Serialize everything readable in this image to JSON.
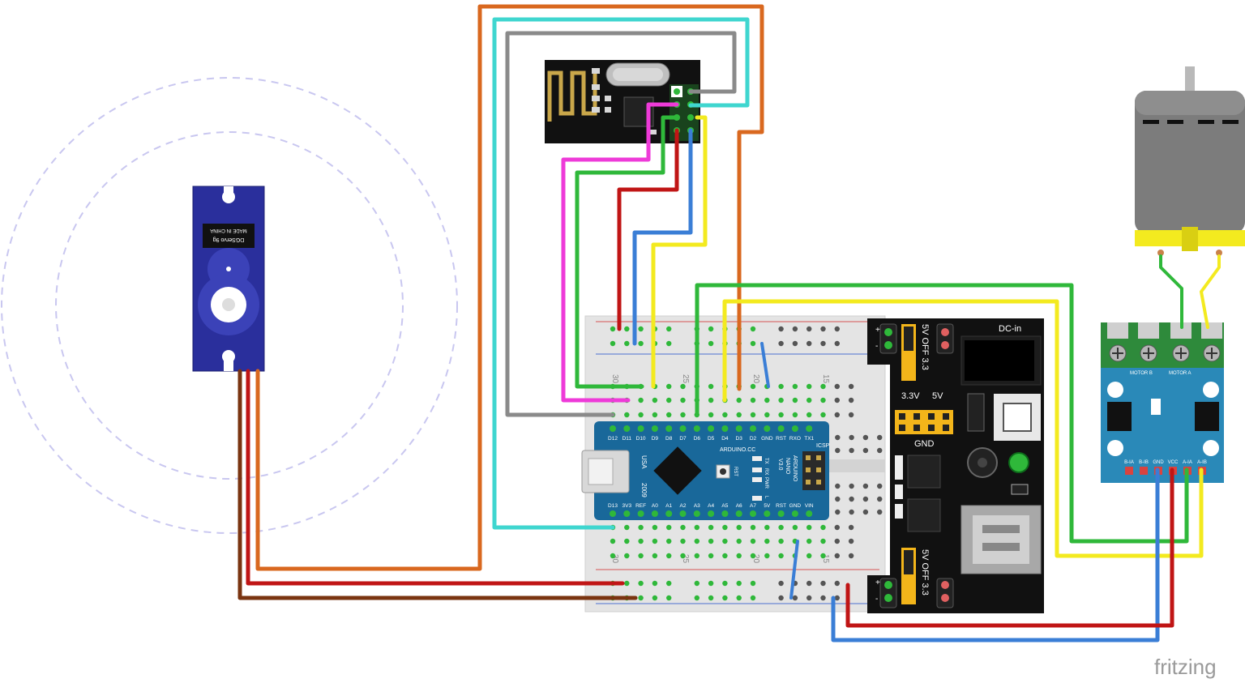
{
  "colors": {
    "wire_orange": "#d9681f",
    "wire_cyan": "#3fd6cf",
    "wire_gray": "#8a8a8a",
    "wire_magenta": "#ee3ad8",
    "wire_green": "#2fb83a",
    "wire_red": "#c01515",
    "wire_blue": "#3a7ed6",
    "wire_yellow": "#f3ea1f",
    "wire_brown": "#7a3410",
    "servo_blue": "#2a2f9c",
    "arduino_blue": "#19689a",
    "driver_blue": "#2a89b8",
    "driver_green": "#2e8a3b",
    "motor_gray": "#7c7c7c",
    "motor_yellow": "#f3ea1f",
    "breadboard": "#e4e4e4",
    "power_board": "#111111"
  },
  "servo": {
    "label_top": "MADE IN CHINA",
    "label_bottom": "DGServo 9g"
  },
  "breadboard": {
    "col_label_30": "30",
    "col_label_25": "25",
    "col_label_20": "20",
    "col_label_15": "15",
    "rail_plus": "+",
    "rail_minus": "-"
  },
  "arduino": {
    "top_pins": [
      "D12",
      "D11",
      "D10",
      "D9",
      "D8",
      "D7",
      "D6",
      "D5",
      "D4",
      "D3",
      "D2",
      "GND",
      "RST",
      "RXO",
      "TX1"
    ],
    "bottom_pins": [
      "D13",
      "3V3",
      "REF",
      "A0",
      "A1",
      "A2",
      "A3",
      "A4",
      "A5",
      "A6",
      "A7",
      "5V",
      "RST",
      "GND",
      "VIN"
    ],
    "usb_label": "USA",
    "year_label": "2009",
    "brand_label": "ARDUINO.CC",
    "model_line1": "ARDUINO",
    "model_line2": "NANO",
    "model_line3": "V3.0",
    "icsp_label": "ICSP",
    "rst_label": "RST",
    "led_tx": "TX",
    "led_rx": "RX",
    "led_pwr": "PWR",
    "led_l": "L"
  },
  "power_module": {
    "dc_in": "DC-in",
    "jumper_top": "5V OFF 3.3",
    "jumper_bottom": "5V OFF 3.3",
    "label_33": "3.3V",
    "label_5v": "5V",
    "label_gnd": "GND"
  },
  "driver": {
    "motor_b": "MOTOR B",
    "motor_a": "MOTOR A",
    "pins": [
      "B-IA",
      "B-IB",
      "GND",
      "VCC",
      "A-IA",
      "A-IB"
    ]
  },
  "watermark": "fritzing"
}
